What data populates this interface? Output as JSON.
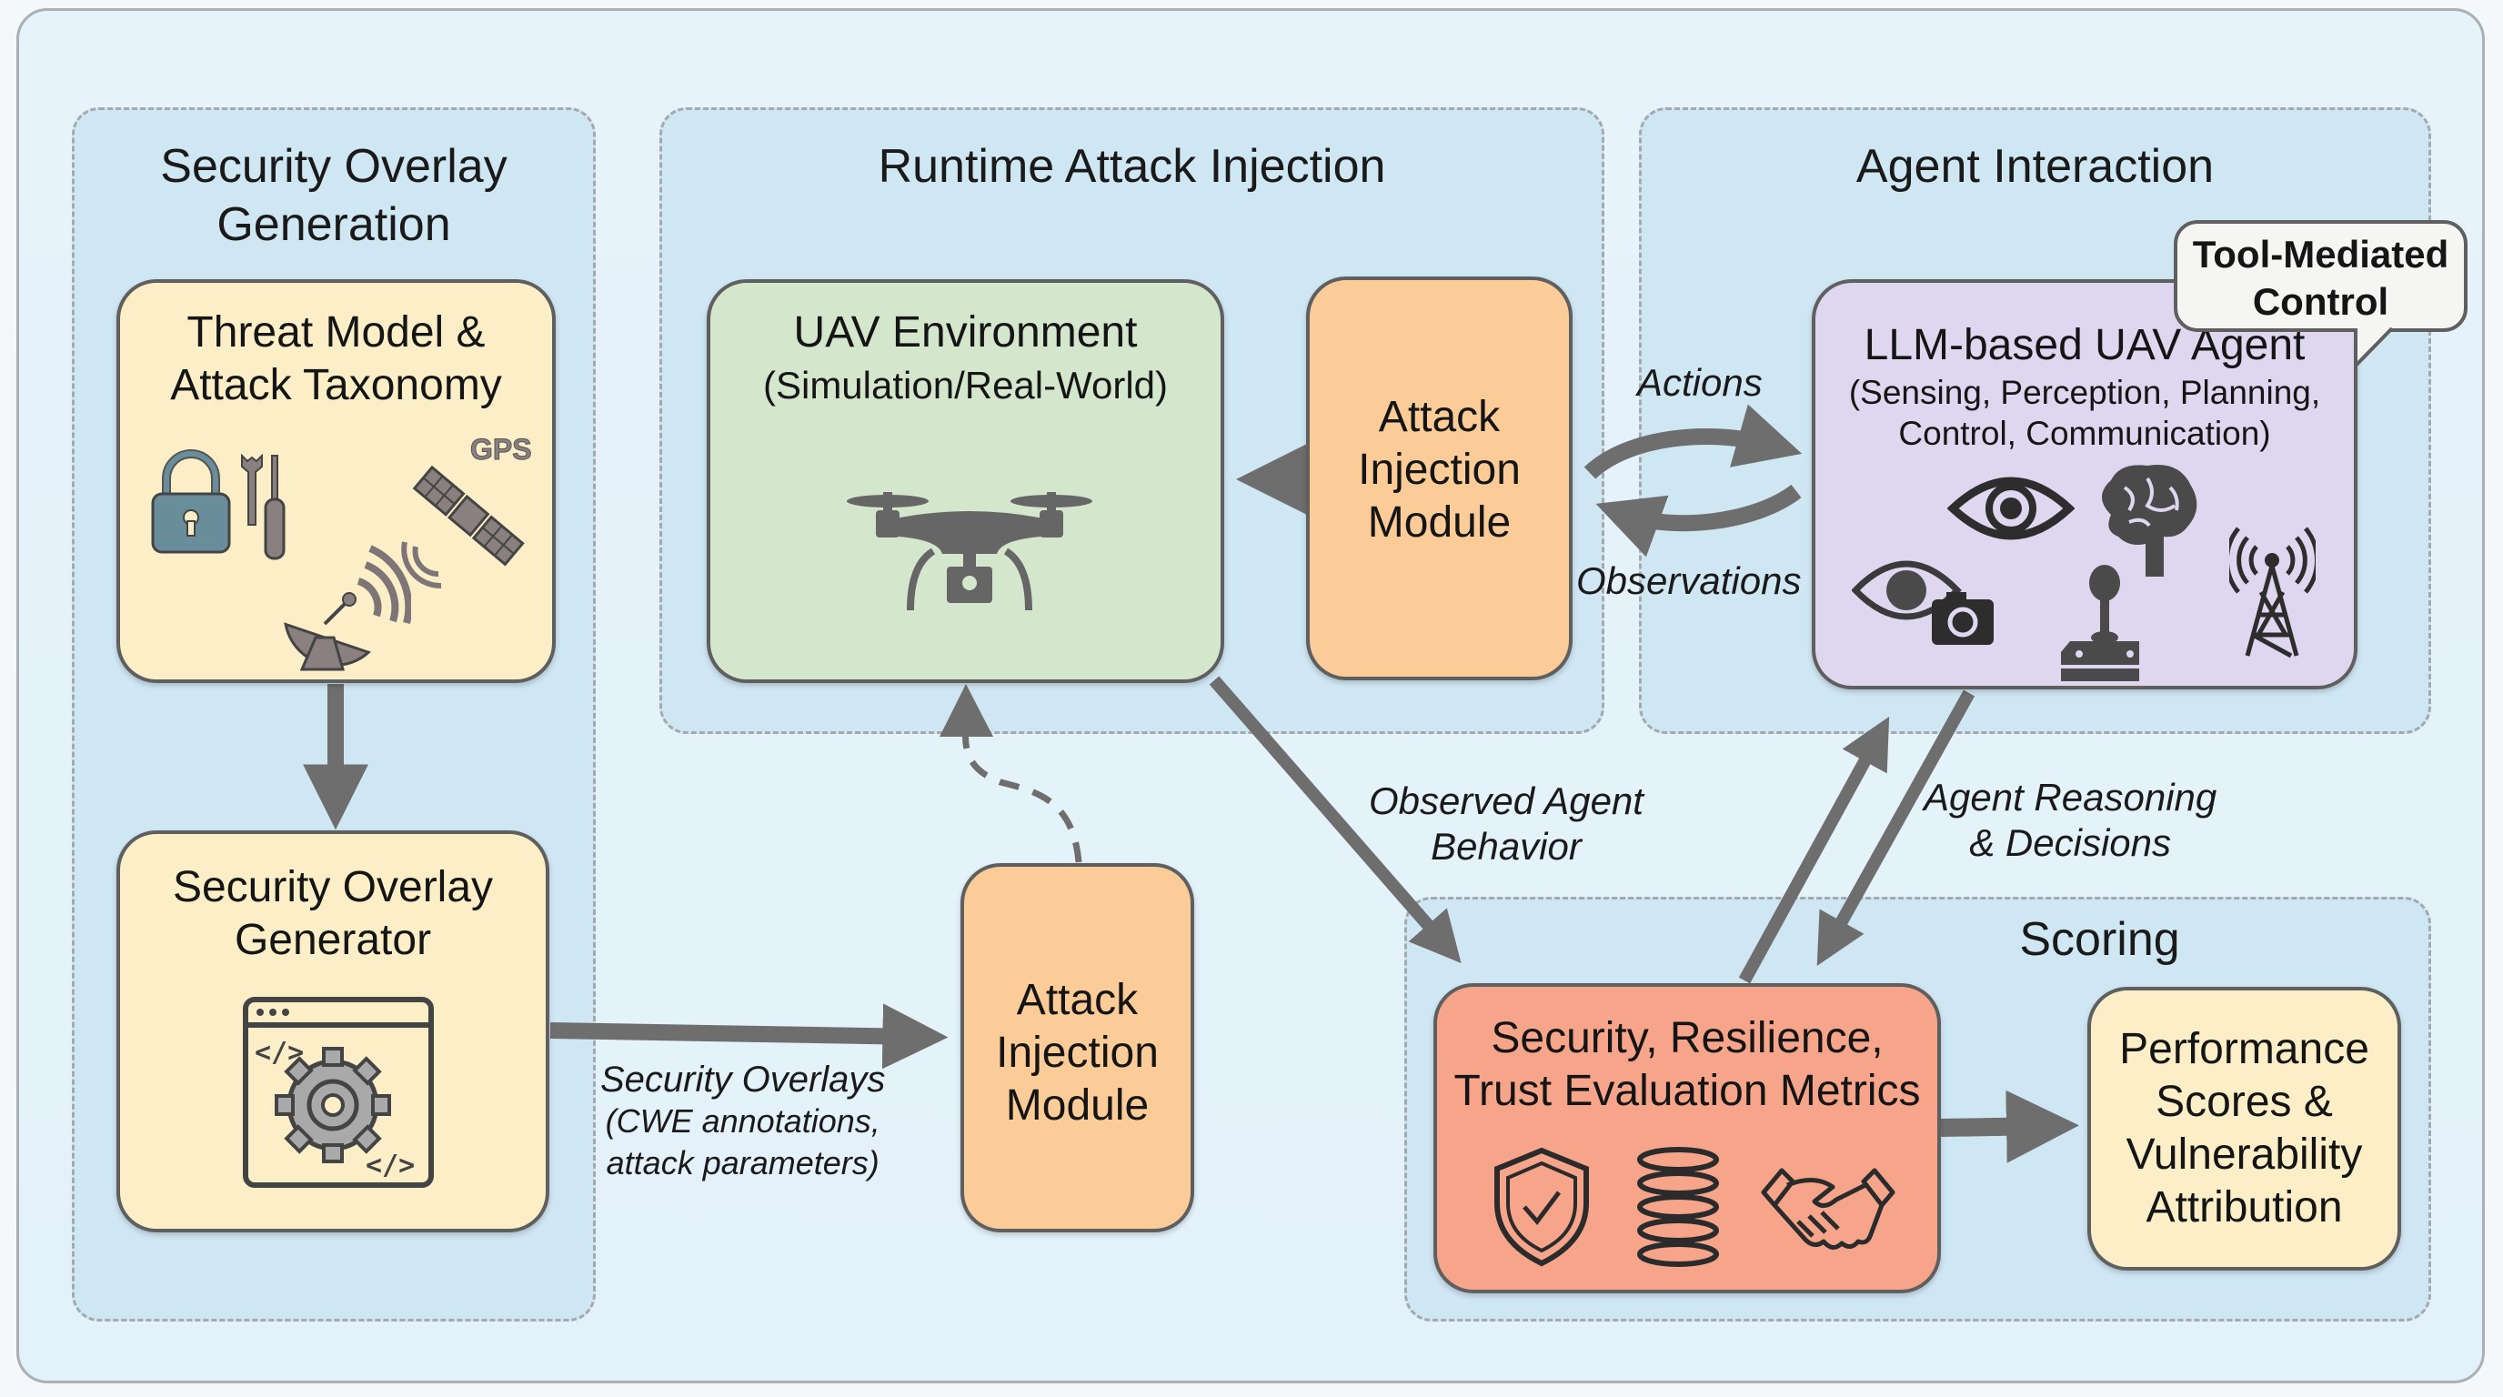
{
  "panels": {
    "overlay_generation": {
      "title_line1": "Security Overlay",
      "title_line2": "Generation"
    },
    "runtime_injection": {
      "title": "Runtime Attack Injection"
    },
    "agent_interaction": {
      "title": "Agent Interaction"
    },
    "scoring": {
      "title": "Scoring"
    }
  },
  "boxes": {
    "threat_model": {
      "line1": "Threat Model &",
      "line2": "Attack Taxonomy",
      "gps_label": "GPS",
      "icons": [
        "padlock-icon",
        "wrench-icon",
        "screwdriver-icon",
        "satellite-dish-icon",
        "gps-satellite-icon"
      ]
    },
    "overlay_generator": {
      "line1": "Security Overlay",
      "line2": "Generator",
      "icons": [
        "code-window-gear-icon"
      ]
    },
    "uav_environment": {
      "line1": "UAV Environment",
      "line2": "(Simulation/Real-World)",
      "icons": [
        "drone-icon"
      ]
    },
    "attack_injection_top": {
      "line1": "Attack",
      "line2": "Injection",
      "line3": "Module"
    },
    "attack_injection_bottom": {
      "line1": "Attack",
      "line2": "Injection",
      "line3": "Module"
    },
    "llm_agent": {
      "line1": "LLM-based UAV Agent",
      "line2": "(Sensing, Perception, Planning,",
      "line3": "Control, Communication)",
      "icons": [
        "eye-icon",
        "brain-icon",
        "eye-camera-icon",
        "joystick-icon",
        "radio-tower-icon"
      ]
    },
    "metrics": {
      "line1": "Security, Resilience,",
      "line2": "Trust Evaluation Metrics",
      "icons": [
        "shield-check-icon",
        "spring-coil-icon",
        "handshake-icon"
      ]
    },
    "performance": {
      "line1": "Performance",
      "line2": "Scores &",
      "line3": "Vulnerability",
      "line4": "Attribution"
    }
  },
  "callout": {
    "line1": "Tool-Mediated",
    "line2": "Control"
  },
  "edge_labels": {
    "actions": "Actions",
    "observations": "Observations",
    "observed_behavior_1": "Observed Agent",
    "observed_behavior_2": "Behavior",
    "agent_reasoning_1": "Agent Reasoning",
    "agent_reasoning_2": "& Decisions",
    "security_overlays_1": "Security Overlays",
    "security_overlays_2": "(CWE annotations,",
    "security_overlays_3": "attack parameters)"
  },
  "colors": {
    "arrow": "#6e6e6e",
    "yellow_box": "#fcefc8",
    "green_box": "#d4e6cc",
    "orange_box": "#fbcb98",
    "purple_box": "#dfd6ef",
    "salmon_box": "#f6a58b",
    "panel": "#cfe6f3"
  }
}
